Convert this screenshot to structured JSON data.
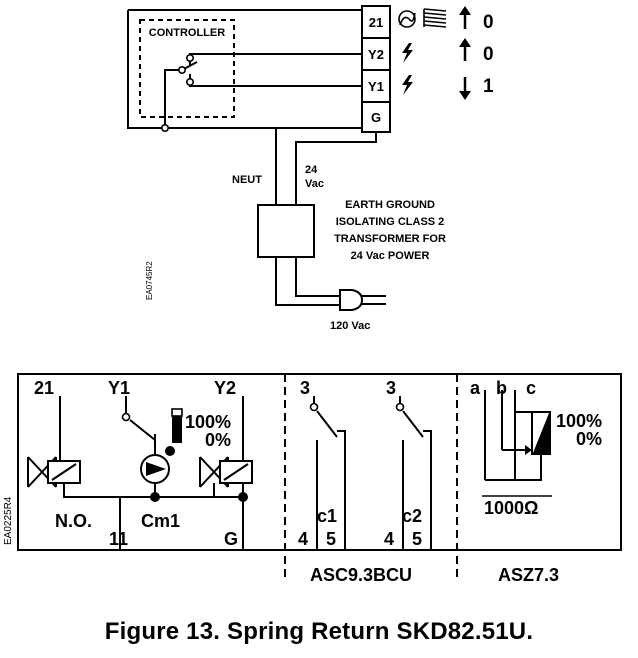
{
  "top_diagram": {
    "controller_label": "CONTROLLER",
    "terminals": [
      "21",
      "Y2",
      "Y1",
      "G"
    ],
    "states": [
      "0",
      "0",
      "1"
    ],
    "neut_label": "NEUT",
    "vac24_label_line1": "24",
    "vac24_label_line2": "Vac",
    "transformer_lines": [
      "EARTH GROUND",
      "ISOLATING CLASS 2",
      "TRANSFORMER FOR",
      "24 Vac POWER"
    ],
    "plug_label": "120 Vac",
    "drawing_code": "EA0745R2"
  },
  "bottom_diagram": {
    "drawing_code": "EA0225R4",
    "terminal_21": "21",
    "terminal_y1": "Y1",
    "terminal_y2": "Y2",
    "no_label": "N.O.",
    "terminal_11": "11",
    "cm1_label": "Cm1",
    "g_label": "G",
    "percent_100": "100%",
    "percent_0": "0%",
    "asc_top_left": "3",
    "asc_top_right": "3",
    "asc_c1": "c1",
    "asc_c2": "c2",
    "asc_bottom": [
      "4",
      "5",
      "4",
      "5"
    ],
    "pot_terminals": [
      "a",
      "b",
      "c"
    ],
    "pot_100": "100%",
    "pot_0": "0%",
    "pot_resistance": "1000Ω",
    "label_asc": "ASC9.3BCU",
    "label_asz": "ASZ7.3"
  },
  "caption": "Figure 13.  Spring Return SKD82.51U."
}
